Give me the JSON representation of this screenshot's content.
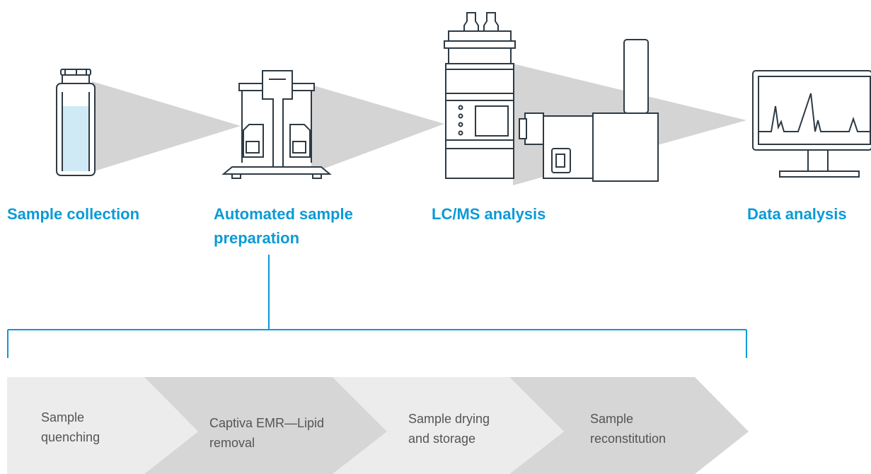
{
  "workflow": {
    "stages": [
      {
        "label": "Sample collection",
        "icon": "sample-vial-icon"
      },
      {
        "label": "Automated sample preparation",
        "icon": "automated-sample-prep-instrument-icon"
      },
      {
        "label": "LC/MS analysis",
        "icon": "lc-ms-instrument-icon"
      },
      {
        "label": "Data analysis",
        "icon": "monitor-chromatogram-icon"
      }
    ],
    "prep_steps": [
      {
        "line1": "Sample",
        "line2": "quenching"
      },
      {
        "line1": "Captiva EMR—Lipid",
        "line2": "removal"
      },
      {
        "line1": "Sample drying",
        "line2": "and storage"
      },
      {
        "line1": "Sample",
        "line2": "reconstitution"
      }
    ]
  },
  "colors": {
    "accent": "#0b9ad6",
    "line_art": "#2e3a44",
    "chevron_light": "#ececec",
    "chevron_dark": "#d6d6d6",
    "beam": "#d4d4d4",
    "liquid": "#cfeaf5"
  }
}
